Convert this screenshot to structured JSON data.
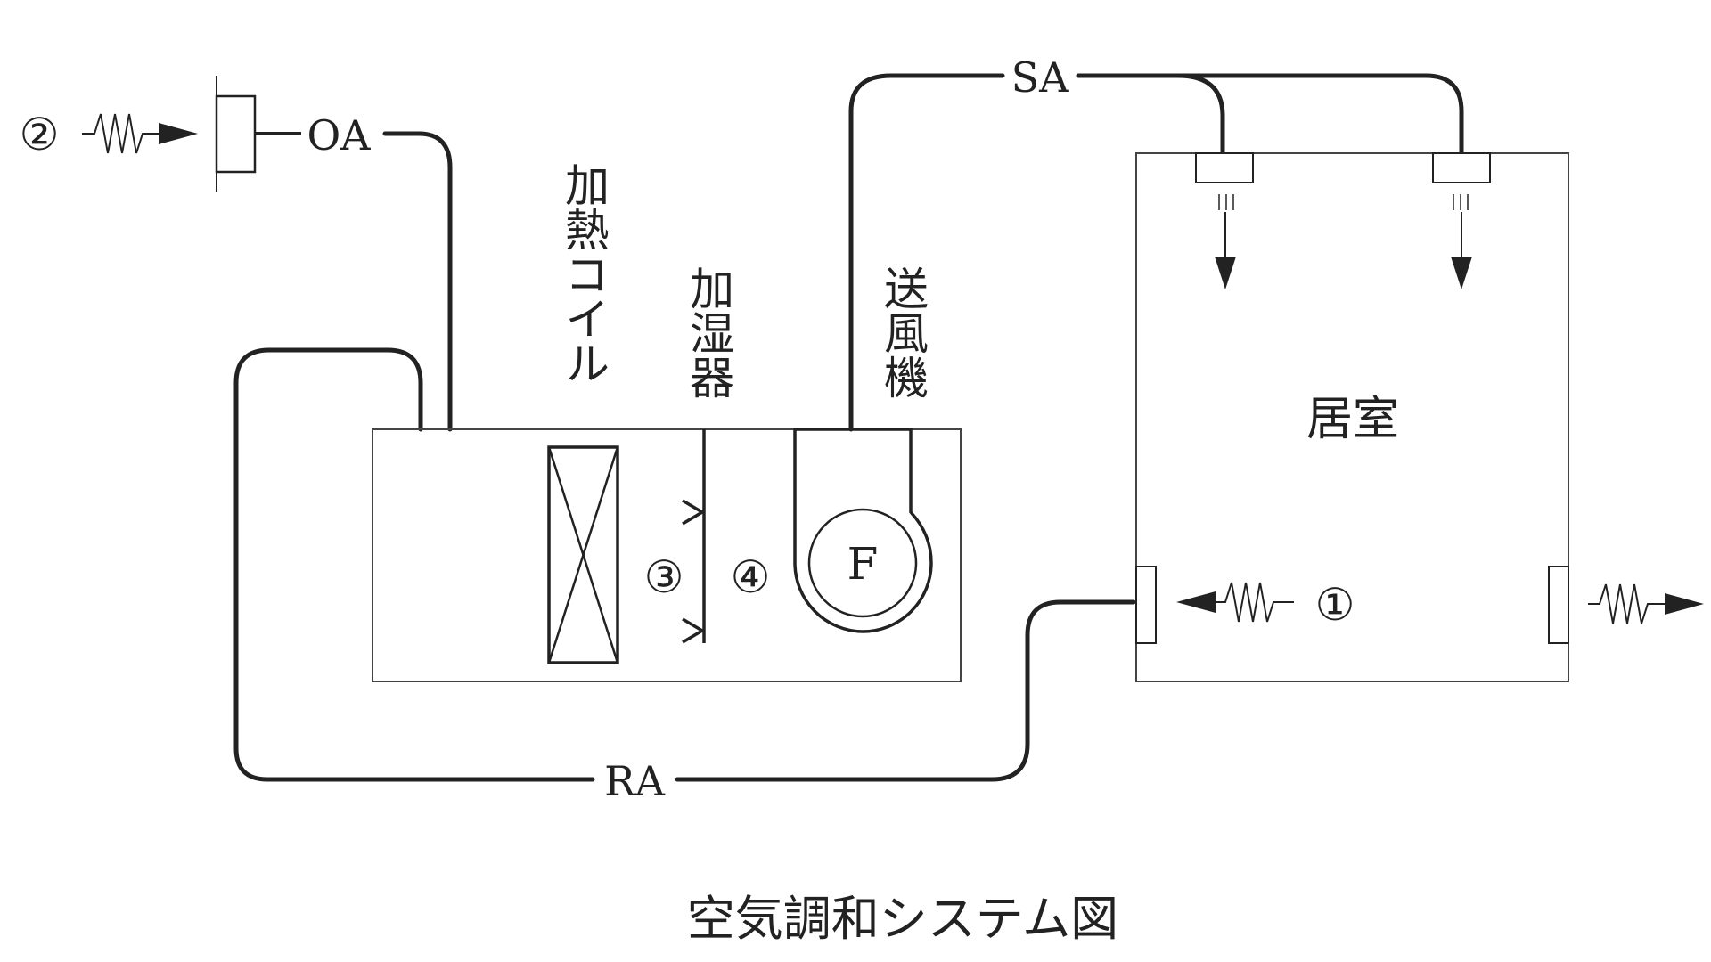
{
  "labels": {
    "oa": "OA",
    "sa": "SA",
    "ra": "RA",
    "heating_coil": "加熱コイル",
    "humidifier": "加湿器",
    "fan": "送風機",
    "fan_symbol": "F",
    "room": "居室",
    "caption": "空気調和システム図"
  },
  "markers": {
    "m1": "①",
    "m2": "②",
    "m3": "③",
    "m4": "④"
  }
}
